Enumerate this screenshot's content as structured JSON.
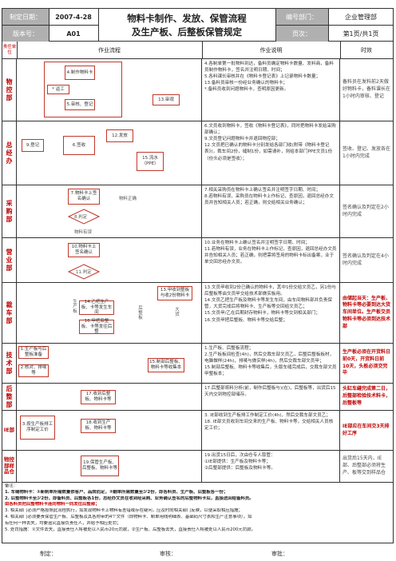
{
  "header": {
    "date_label": "制定日期：",
    "date_value": "2007-4-28",
    "title_line1": "物料卡制作、发放、保管流程",
    "title_line2": "及生产板、后整板保管规定",
    "code_label": "编号部门：",
    "code_value": "企业管理部",
    "version_label": "版本号：",
    "version_value": "A01",
    "page_label": "页次：",
    "page_value": "第1页/共1页"
  },
  "columns": {
    "unit": "责任单位",
    "flow": "作业流程",
    "desc": "作业说明",
    "time": "时效"
  },
  "bands": [
    {
      "dept": "物控部",
      "desc": "4.各制单第一批物料到达，备料员确定物料卡数量、发料商，备料员制作物料卡，签名并注明日期、时间；\n5.各料课长审核并在《物料卡登记表》上记录物料卡数量；\n13.备料员审核一份经业务确认的物料卡；\n*.备料员收到问题物料卡，查明原因更新。",
      "time": "备料员在发料前2天做好物料卡，备料课长在1小时内审核、登记",
      "boxes": [
        "4.制作物料卡",
        "* 返工",
        "5.审核、登记",
        "13.审观"
      ]
    },
    {
      "dept": "总经办",
      "desc": "6.文员收到物料卡，签收《物料卡登记表》，同时把物料卡发给采购部确认；\n9.文员登记问题物料卡并退回物控部；\n12.文员把已确认的物料卡分别发给各部门收(附带《物料卡登记表》)，裁车间2份，缝制1份，如需请补，则给本部门PPE文员1份（份头必须是签收）；",
      "time": "签收、登记、发放各在1小时内完成",
      "boxes": [
        "9.登记",
        "6.签收",
        "12.发放",
        "15.流水（PPE）"
      ]
    },
    {
      "dept": "采购部",
      "desc": "7.相关采购员在物料卡上确认签名并注明签字日期、时间；\n8.若物料有误，采购员在物料卡上作标记，查原因，退回总经办文员并告知相关人员；若正确，则交给相关业务确认；",
      "time": "签名确认及判定在2小时内完成",
      "boxes": [
        "7.物料卡上签名确认",
        "8.判定",
        "物料有误",
        "物料正确"
      ]
    },
    {
      "dept": "营业部",
      "desc": "10.业务在物料卡上确认签名并注明签字日期、时间；\n11.若物料有误，业务在物料卡上作标记，查原因，退回总经办文员并告知相关人员；若正确，则把需将签用的物料卡标出备案，业于单交回总经办文员。",
      "time": "签名确认及判定在4小时内完成",
      "boxes": [
        "10.物料卡上签名确认",
        "11.判定"
      ]
    },
    {
      "dept": "裁车部",
      "desc": "13.文员甲收到2份已确认的物料卡，其中1份交给文员乙，另1份与后整板等由文员甲交给技术部做实板用。\n14.文员乙把生产板及物料卡等发生车间，由车间物料部并负责保管，大货完成后将物料卡、生产板等交回给文员乙；\n15.文员甲/乙在后期封存物料卡，物料卡等交到相关部门；\n16.文员甲把后整板、物料卡等交给后整；",
      "time": "由储起当天：生产板、物料卡等必要到达大货车间单位。生产板交员物料卡等必须到达技术部",
      "boxes": [
        "13.甲收到整板与收2份物料卡",
        "14.乙把生产板、卡等发生车间",
        "16.甲把后整板、卡等发往后整",
        "后整板",
        "生产板",
        "大货"
      ]
    },
    {
      "dept": "技术部",
      "desc": "1.生产板、后整板流程；\n2.生产板板间检查(4h)，然后交裁车部文员乙，后整后整板板材，电脑做样(24h)，排唛与做实样(4h)，然后交裁车部文员甲；\n15.制部后整板、物料卡等收集后，头版车缝完成后，交裁车部文员甲整板本；",
      "time": "生产板必须在开货料日前0天，开货料日前10天，头板必须交完毕",
      "boxes": [
        "1.生产板与后整板准备",
        "2.核对、排唛等",
        "15.制部后整板、物料卡等收集本"
      ]
    },
    {
      "dept": "后整部",
      "desc": "17.后整部将料分析(前，制作后整板与)(在)，后整板等，出货后15天内交到物控部储存。",
      "time": "头缸车缝完成第二日，后整部检验技术料卡，后整板等",
      "boxes": [
        "17.收到后整板、物料卡等"
      ]
    },
    {
      "dept": "IE部",
      "desc": "3. IE部收到生产板排工作制定工价(4h)，然后交裁车部文员乙；\n18. IE部文员收到车间交来的生产板、物料卡等，交给相关人员核定工价；",
      "time": "IE部应在车间交3天排好工序",
      "boxes": [
        "3.按生产板排工序制定工价",
        "18.收到生产板、物料卡等"
      ]
    },
    {
      "dept": "物控部样品仓",
      "desc": "19.出货15日后，次由仓专人取管：\n①IE部提供：生产板及物料卡等；\n②后整部提供：后整板及物料卡等。",
      "time": "出货后15天内，IE部、后整部必须将生产、板等交到样品仓",
      "boxes": [
        "19.保管生产板、后整板、物料卡等"
      ]
    }
  ],
  "notes": {
    "label": "备注：",
    "lines": [
      "1. 车缝物料卡：①新制单所需数量依客户、品牌而定，②翻单所需数量至少2份，即各料员、生产板、后整板各一份；",
      "2. 后整物料卡至少2份，即备料员、后整板各1份，总经办文员在收到经采购、业务确认签名的后整物料卡后，直接送回给备料员。",
      "由各料员把后整物料卡连同物料一同发往后整部；",
      "3. 相关部门必须严格按照此流程执行，如发现物料卡上物料有差错或存在疑问，应及时向相关部门反映，以便采取相应措施；",
      "4. 相关部门必须要责保管生产板、后整板及其各附带的4个文件（即物料卡、制单用线明细表、基础码尺寸表和生产注意事项），如",
      "有任何一样丢失，均要追究直接负责任人，并给予相应处罚；",
      "5. 处罚措施：①文件丢失，直接责任人将被处以人民币20元罚款，②生产板、后整板丢失，直接责任人将被处以人民币200元罚款。"
    ]
  },
  "sign": {
    "made": "制定：",
    "audit": "审核：",
    "approve": "审批："
  }
}
